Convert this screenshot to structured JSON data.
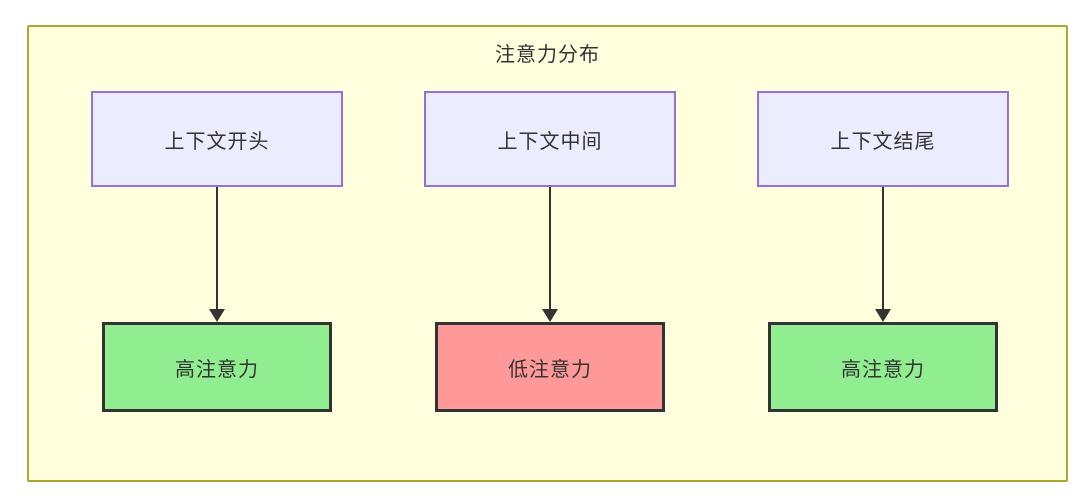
{
  "diagram": {
    "title": "注意力分布",
    "columns": [
      {
        "source": "上下文开头",
        "target": "高注意力",
        "level": "high"
      },
      {
        "source": "上下文中间",
        "target": "低注意力",
        "level": "low"
      },
      {
        "source": "上下文结尾",
        "target": "高注意力",
        "level": "high"
      }
    ],
    "colors": {
      "container_fill": "#ffffde",
      "container_border": "#aaaa33",
      "source_fill": "#ECECFF",
      "source_border": "#9370DB",
      "high_fill": "#90EE90",
      "low_fill": "#FF9999",
      "target_border": "#333333",
      "arrow": "#333333",
      "text": "#333333"
    }
  }
}
